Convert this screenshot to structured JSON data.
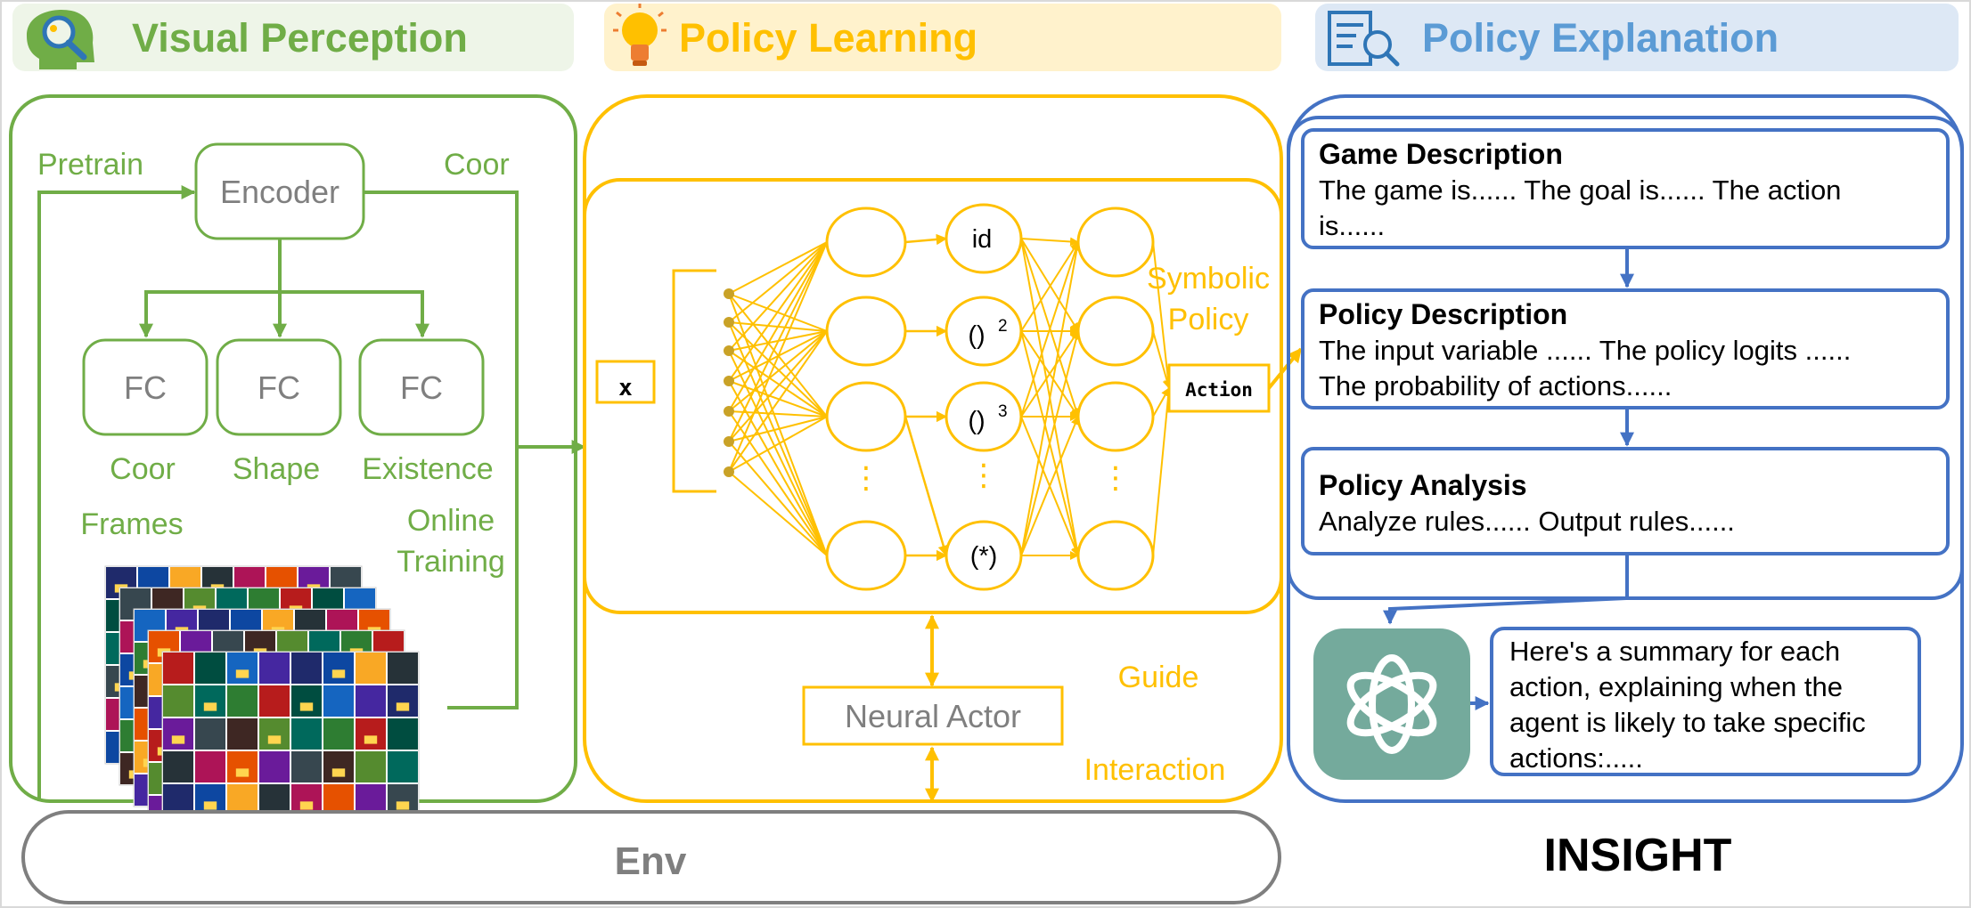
{
  "headers": {
    "visual": "Visual Perception",
    "policy": "Policy Learning",
    "explanation": "Policy Explanation"
  },
  "perception": {
    "encoder": "Encoder",
    "pretrain": "Pretrain",
    "coor_top": "Coor",
    "fc_boxes": [
      "FC",
      "FC",
      "FC"
    ],
    "heads": [
      "Coor",
      "Shape",
      "Existence"
    ],
    "frames": "Frames",
    "online_line1": "Online",
    "online_line2": "Training"
  },
  "policy_learning": {
    "input_var": "x",
    "ops": [
      "id",
      "()",
      "()",
      "(*)"
    ],
    "op_superscripts": [
      "2",
      "3"
    ],
    "symbolic_line1": "Symbolic",
    "symbolic_line2": "Policy",
    "action": "Action",
    "neural_actor": "Neural Actor",
    "guide": "Guide",
    "interaction": "Interaction"
  },
  "explanation": {
    "cards": [
      {
        "title": "Game Description",
        "line1": "The game is...... The goal is...... The action",
        "line2": "is......"
      },
      {
        "title": "Policy Description",
        "line1": "The input variable ...... The policy logits ......",
        "line2": "The probability of actions......"
      },
      {
        "title": "Policy Analysis",
        "line1": "Analyze rules...... Output rules......",
        "line2": ""
      }
    ],
    "summary_lines": [
      "Here's a summary for each",
      "action, explaining when the",
      "agent is likely to take specific",
      "actions:....."
    ]
  },
  "env": "Env",
  "brand": "INSIGHT",
  "colors": {
    "green": "#70ad47",
    "yellow": "#ffc000",
    "blue": "#4472c4",
    "gray": "#7f7f7f",
    "chatgpt": "#74aa9c"
  },
  "icons": [
    "brain-magnifier-icon",
    "lightbulb-icon",
    "document-search-icon",
    "chatgpt-logo-icon"
  ]
}
